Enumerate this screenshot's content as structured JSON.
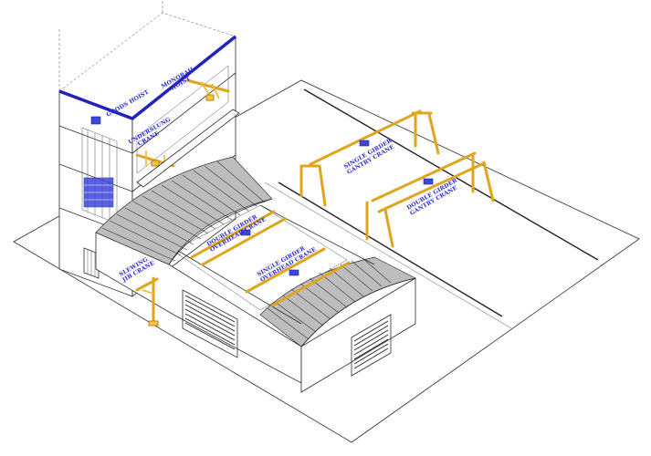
{
  "labels": {
    "goods_hoist": [
      "GOODS HOIST"
    ],
    "monorail_hoist": [
      "MONORAIL",
      "HOIST"
    ],
    "underslung_crane": [
      "UNDERSLUNG",
      "CRANE"
    ],
    "double_girder_overhead": [
      "DOUBLE GIRDER",
      "OVERHEAD CRANE"
    ],
    "single_girder_overhead": [
      "SINGLE GIRDER",
      "OVERHEAD CRANE"
    ],
    "slewing_jib": [
      "SLEWING",
      "JIB CRANE"
    ],
    "single_girder_gantry": [
      "SINGLE GIRDER",
      "GANTRY CRANE"
    ],
    "double_girder_gantry": [
      "DOUBLE GIRDER",
      "GANTRY CRANE"
    ]
  },
  "colors": {
    "crane": "#f5c242",
    "crane_outline": "#b8860b",
    "label": "#2a2ad0",
    "hoist_blue": "#3e46d9",
    "roof": "#bdbdbd",
    "line": "#2b2b2b"
  }
}
